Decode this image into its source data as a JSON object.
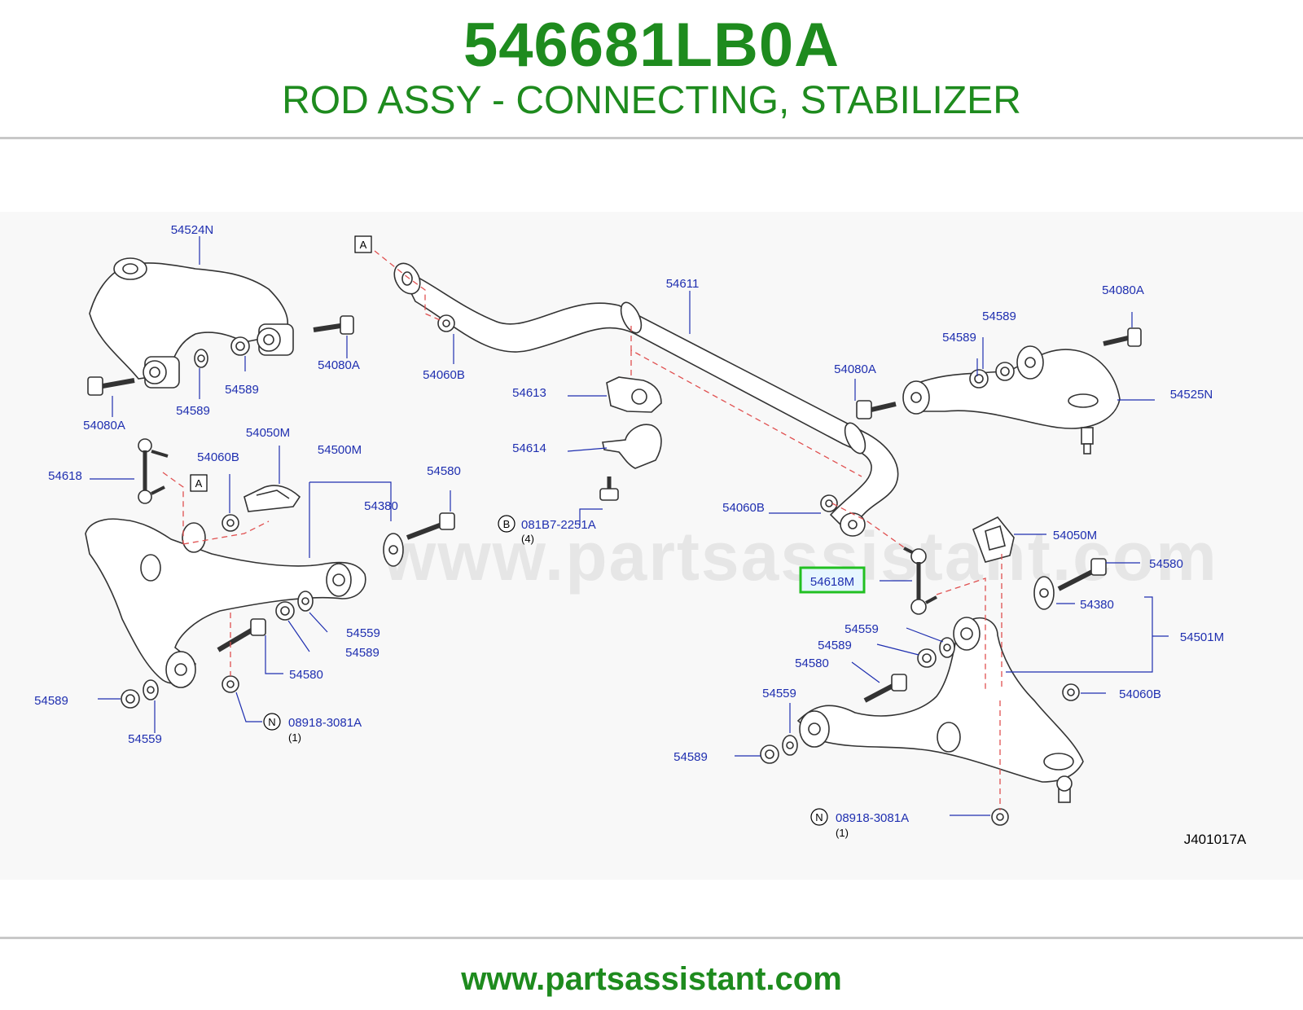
{
  "header": {
    "part_number": "546681LB0A",
    "part_name": "ROD ASSY - CONNECTING, STABILIZER"
  },
  "diagram": {
    "watermark": "www.partsassistant.com",
    "highlighted_part": "54618M",
    "figure_code": "J401017A",
    "callouts": {
      "a1": "A",
      "a2": "A",
      "b": "B",
      "n1": "N",
      "n2": "N"
    },
    "labels": {
      "l_54524N": "54524N",
      "l_54080A_1": "54080A",
      "l_54589_1": "54589",
      "l_54080A_2": "54080A",
      "l_54589_2": "54589",
      "l_54060B_1": "54060B",
      "l_54611": "54611",
      "l_54080A_3": "54080A",
      "l_54589_3": "54589",
      "l_54589_4": "54589",
      "l_54080A_4": "54080A",
      "l_54525N": "54525N",
      "l_54613": "54613",
      "l_54614": "54614",
      "l_54618": "54618",
      "l_54060B_2": "54060B",
      "l_54050M_1": "54050M",
      "l_54500M": "54500M",
      "l_54580_1": "54580",
      "l_54380_1": "54380",
      "l_081B7": "081B7-2251A",
      "l_qty4": "(4)",
      "l_54060B_3": "54060B",
      "l_54050M_2": "54050M",
      "l_54580_2": "54580",
      "l_54618M": "54618M",
      "l_54380_2": "54380",
      "l_54559_1": "54559",
      "l_54589_5": "54589",
      "l_54580_3": "54580",
      "l_54501M": "54501M",
      "l_54589_6": "54589",
      "l_54559_2": "54559",
      "l_54589_7": "54589",
      "l_54559_3": "54559",
      "l_54580_4": "54580",
      "l_54060B_4": "54060B",
      "l_54589_8": "54589",
      "l_54559_4": "54559",
      "l_08918_1": "08918-3081A",
      "l_qty1_1": "(1)",
      "l_08918_2": "08918-3081A",
      "l_qty1_2": "(1)"
    }
  },
  "footer": {
    "url": "www.partsassistant.com"
  },
  "colors": {
    "brand_green": "#1e8b1e",
    "label_blue": "#1f2fb0",
    "highlight_green": "#22c022",
    "dash_red": "#e05050"
  }
}
